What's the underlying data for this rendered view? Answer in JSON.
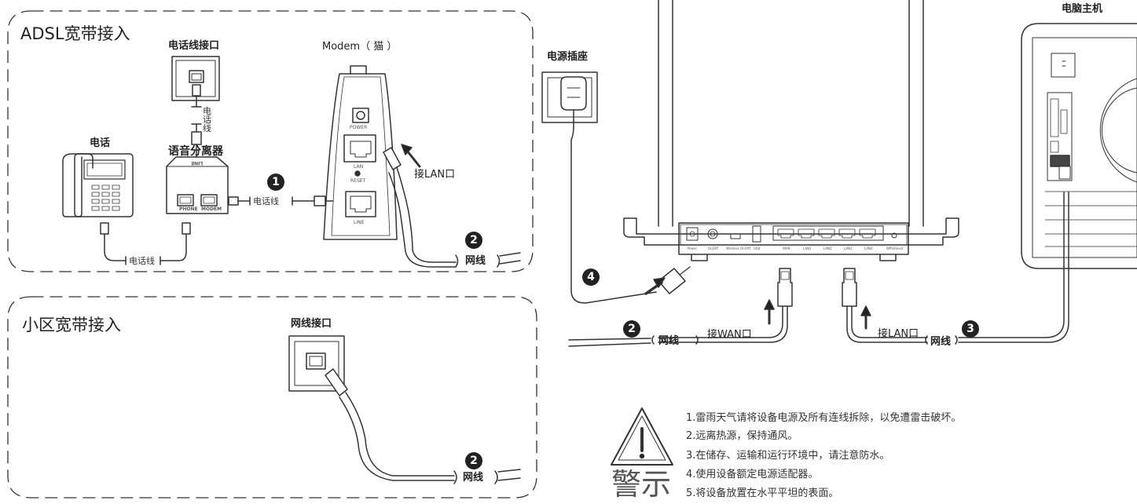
{
  "sections": {
    "adsl_title": "ADSL宽带接入",
    "community_title": "小区宽带接入"
  },
  "labels": {
    "phone_jack": "电话线接口",
    "modem": "Modem（ 猫 ）",
    "phone": "电话",
    "splitter": "语音分离器",
    "phone_line_vertical": "电话线",
    "phone_line_modem": "电话线",
    "phone_line_bottom": "电话线",
    "lan_port_modem": "接LAN口",
    "net_line_adsl": "网线",
    "power_socket": "电源插座",
    "computer": "电脑主机",
    "net_jack": "网线接口",
    "net_line_community": "网线",
    "net_line_wan": "网线",
    "wan_port": "接WAN口",
    "lan_port_router": "接LAN口",
    "net_line_pc": "网线"
  },
  "splitter_ports": {
    "phone": "PHONE",
    "modem": "MODEM",
    "line": "LINE"
  },
  "modem_ports": {
    "power": "POWER",
    "lan": "LAN",
    "reset": "RESET",
    "line": "LINE"
  },
  "router_ports": [
    "Power",
    "On/Off",
    "Wireless On/Off",
    "USB",
    "WAN",
    "LAN1",
    "LAN2",
    "LAN3",
    "LAN4",
    "WPS/Reset"
  ],
  "steps": {
    "s1": "1",
    "s2a": "2",
    "s2b": "2",
    "s2c": "2",
    "s3": "3",
    "s4": "4"
  },
  "warning": {
    "title": "警示",
    "items": [
      "1.雷雨天气请将设备电源及所有连线拆除，以免遭雷击破坏。",
      "2.远离热源，保持通风。",
      "3.在储存、运输和运行环境中，请注意防水。",
      "4.使用设备额定电源适配器。",
      "5.将设备放置在水平平坦的表面。"
    ]
  }
}
